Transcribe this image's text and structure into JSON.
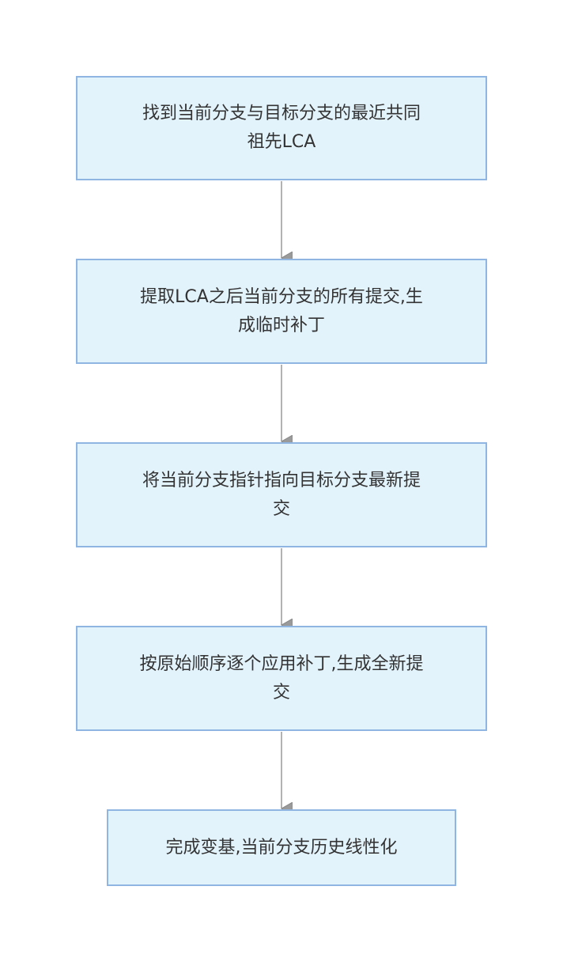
{
  "flowchart": {
    "nodes": [
      {
        "id": "n1",
        "label": "找到当前分支与目标分支的最近共同\n祖先LCA"
      },
      {
        "id": "n2",
        "label": "提取LCA之后当前分支的所有提交,生\n成临时补丁"
      },
      {
        "id": "n3",
        "label": "将当前分支指针指向目标分支最新提\n交"
      },
      {
        "id": "n4",
        "label": "按原始顺序逐个应用补丁,生成全新提\n交"
      },
      {
        "id": "n5",
        "label": "完成变基,当前分支历史线性化"
      }
    ],
    "edges": [
      {
        "from": "n1",
        "to": "n2"
      },
      {
        "from": "n2",
        "to": "n3"
      },
      {
        "from": "n3",
        "to": "n4"
      },
      {
        "from": "n4",
        "to": "n5"
      }
    ],
    "colors": {
      "node_fill": "#e3f3fc",
      "node_border": "#8fb5e3",
      "edge": "#999999",
      "arrowhead": "#9a9a9a",
      "text": "#333333"
    }
  }
}
